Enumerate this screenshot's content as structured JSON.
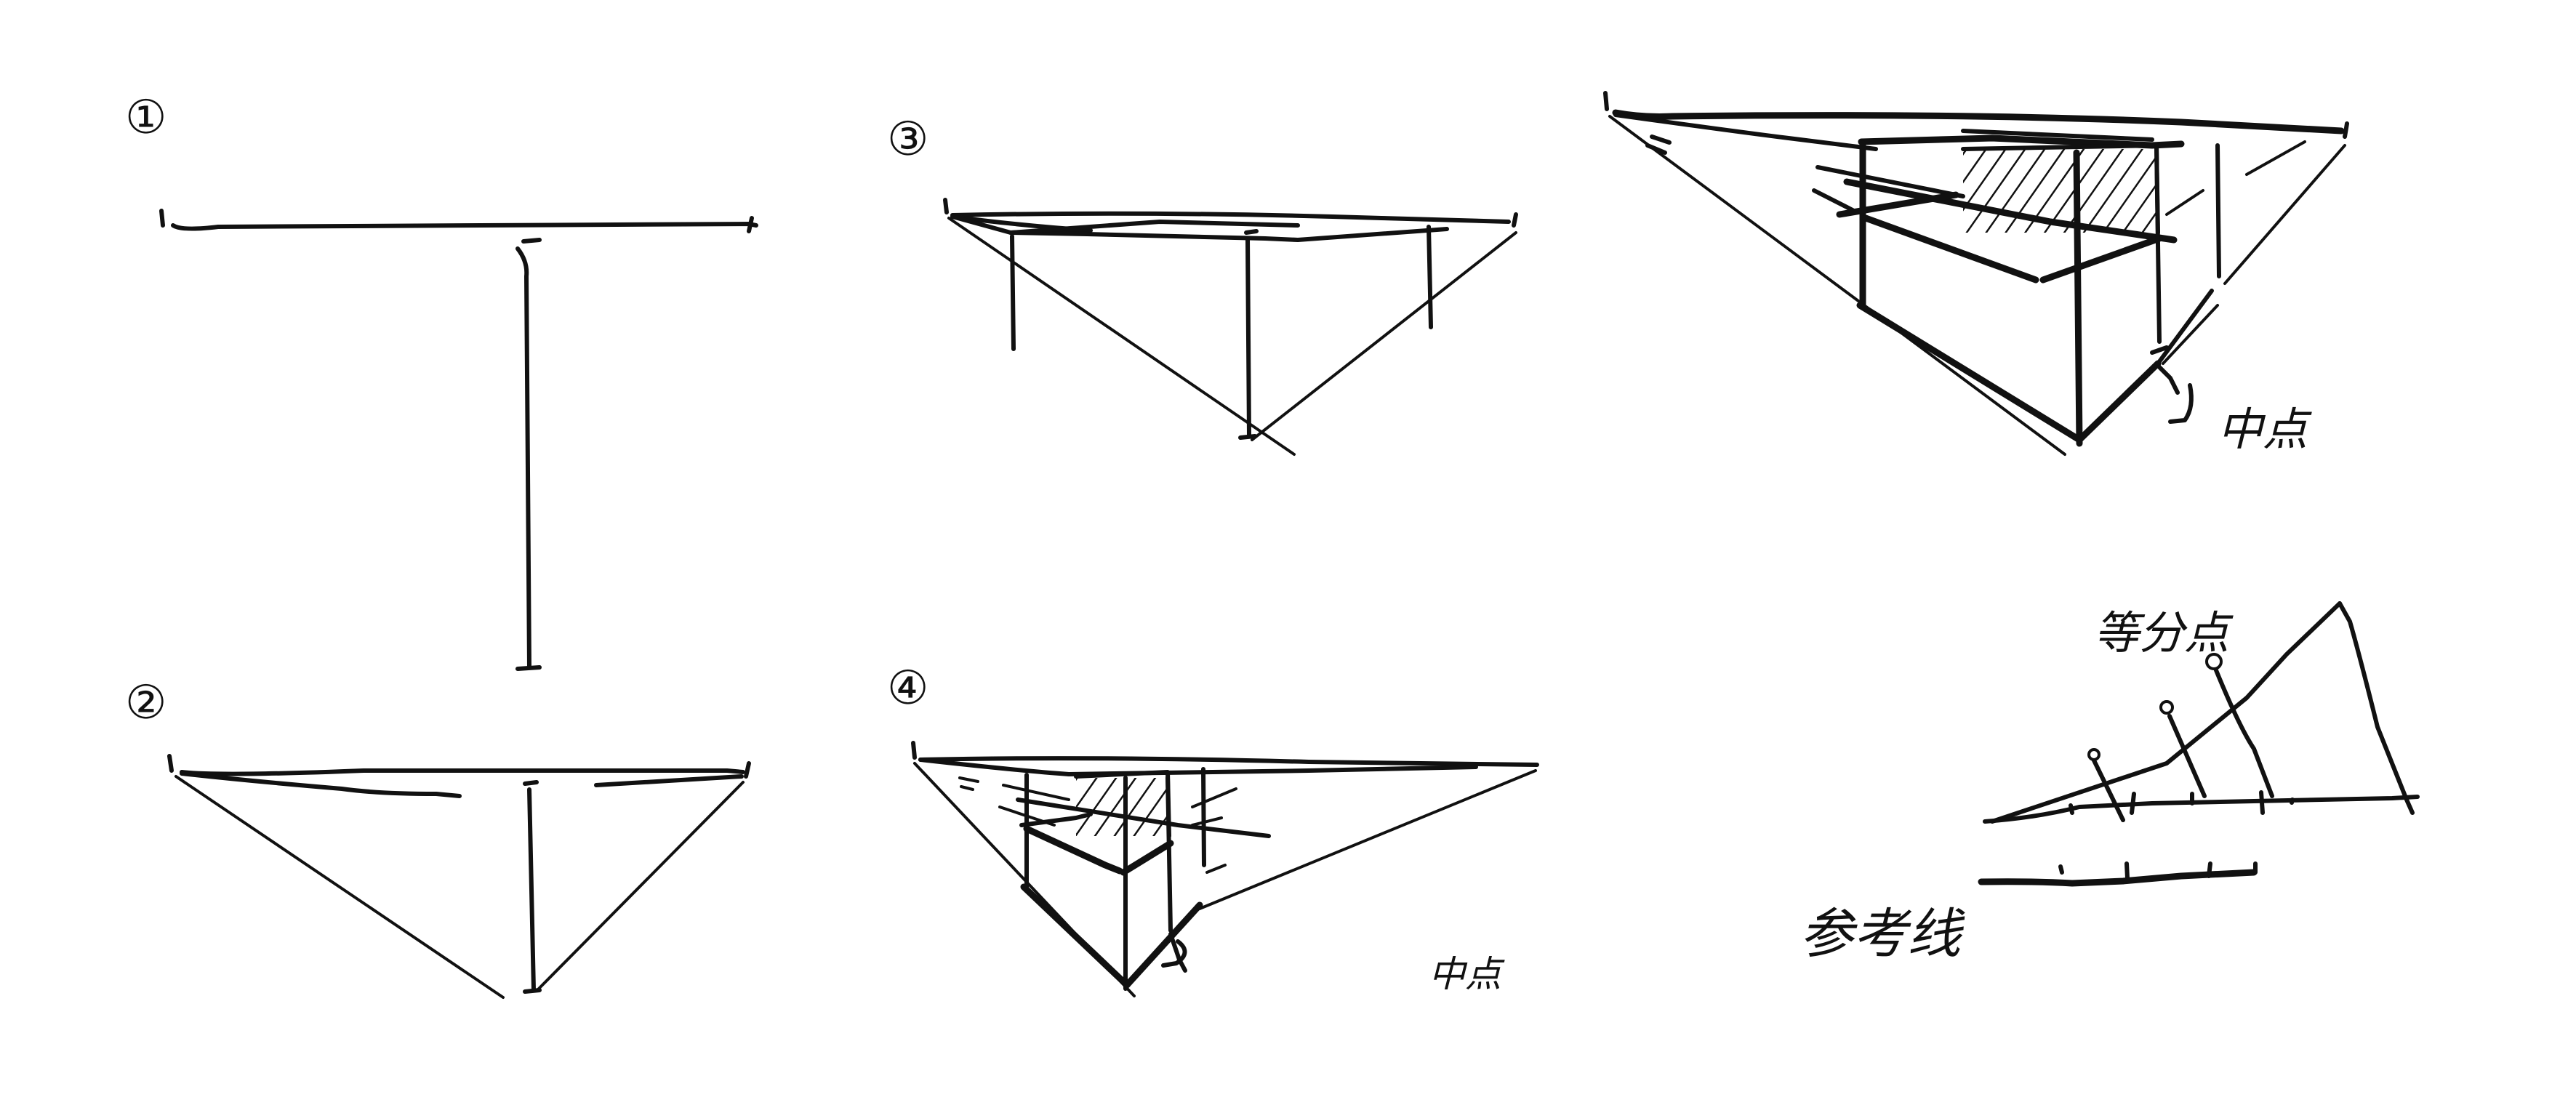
{
  "steps": [
    {
      "id": 1,
      "number": "①"
    },
    {
      "id": 2,
      "number": "②"
    },
    {
      "id": 3,
      "number": "③"
    },
    {
      "id": 4,
      "number": "④"
    }
  ],
  "labels": {
    "midpoint_step4": "中点",
    "midpoint_final": "中点",
    "equal_division_points": "等分点",
    "reference_line": "参考线"
  },
  "colors": {
    "ink": "#111111",
    "paper": "#ffffff"
  }
}
